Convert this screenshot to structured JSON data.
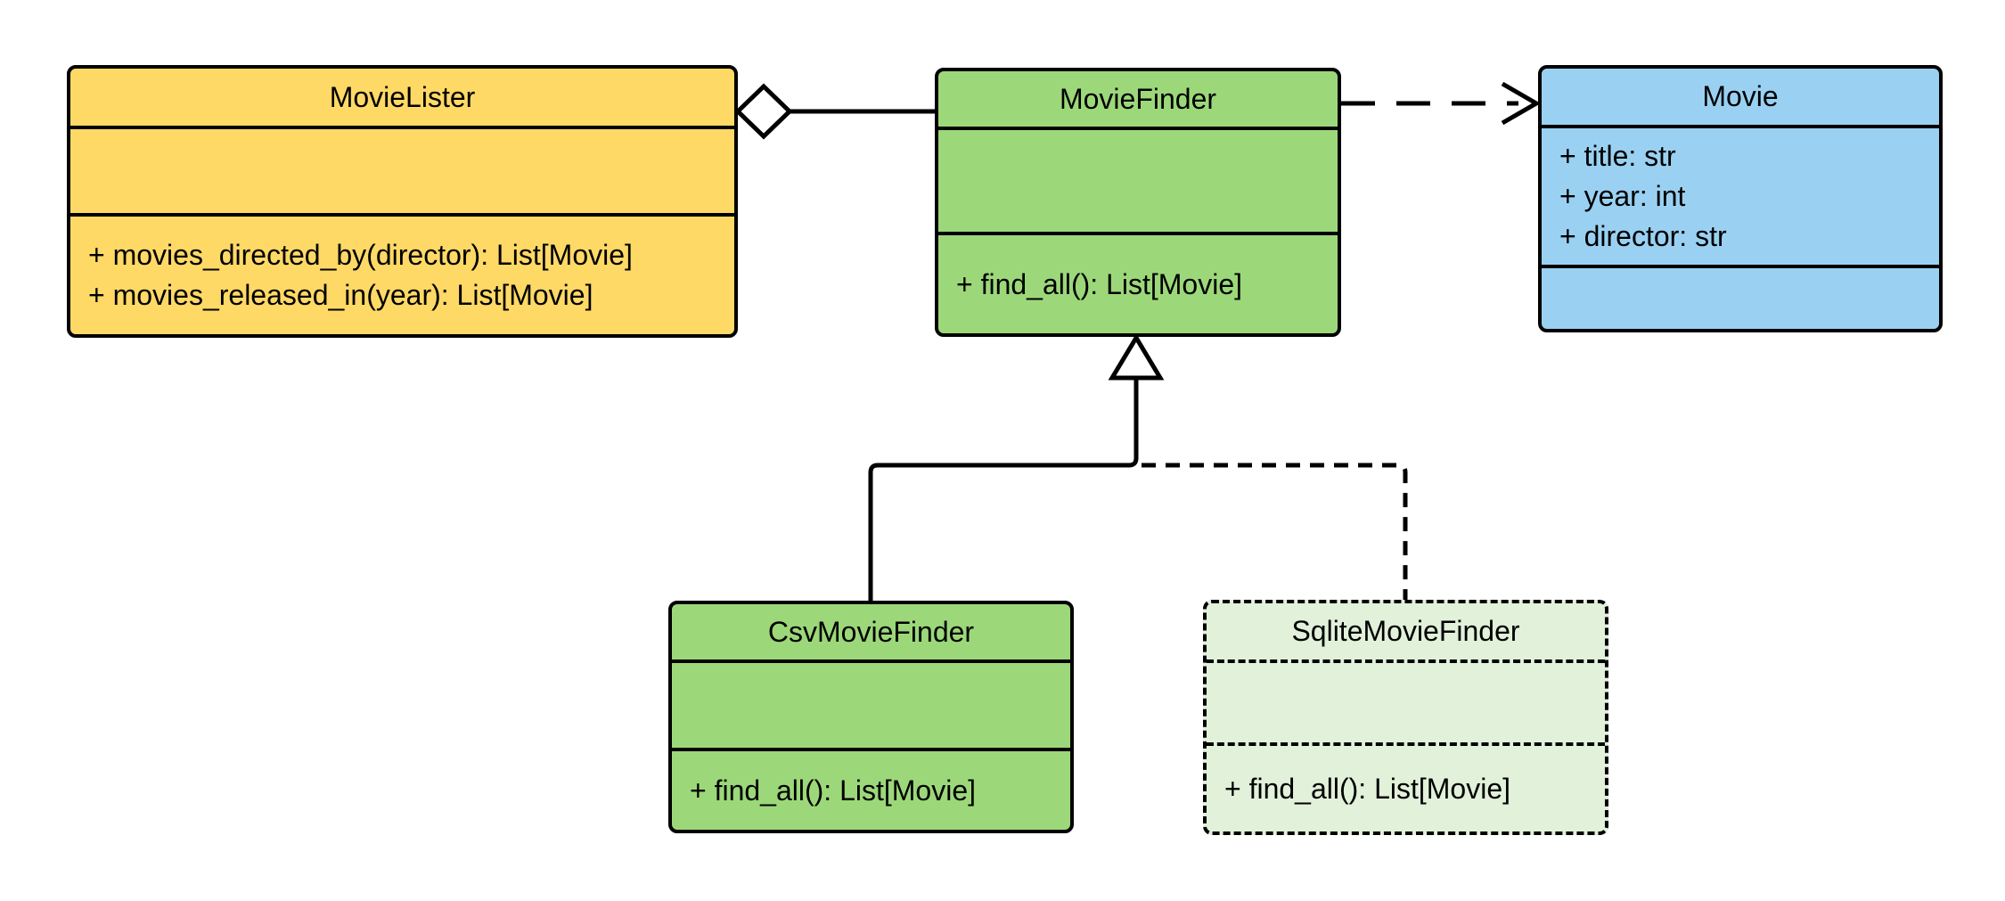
{
  "diagram": {
    "type": "uml-class-diagram",
    "background_color": "#FFFFFF",
    "line_color": "#000000",
    "classes": [
      {
        "name": "MovieLister",
        "fill_color": "#FFD966",
        "border_style": "solid",
        "attributes": [],
        "methods": [
          "+ movies_directed_by(director): List[Movie]",
          "+ movies_released_in(year): List[Movie]"
        ]
      },
      {
        "name": "MovieFinder",
        "fill_color": "#9CD87A",
        "border_style": "solid",
        "attributes": [],
        "methods": [
          "+ find_all(): List[Movie]"
        ]
      },
      {
        "name": "Movie",
        "fill_color": "#9AD1F2",
        "border_style": "solid",
        "attributes": [
          "+ title: str",
          "+ year: int",
          "+ director: str"
        ],
        "methods": []
      },
      {
        "name": "CsvMovieFinder",
        "fill_color": "#9CD87A",
        "border_style": "solid",
        "attributes": [],
        "methods": [
          "+ find_all(): List[Movie]"
        ]
      },
      {
        "name": "SqliteMovieFinder",
        "fill_color": "#E1F1DA",
        "border_style": "dashed",
        "attributes": [],
        "methods": [
          "+ find_all(): List[Movie]"
        ]
      }
    ],
    "relationships": [
      {
        "type": "aggregation",
        "owner": "MovieLister",
        "part": "MovieFinder",
        "line_style": "solid",
        "marker": "hollow-diamond"
      },
      {
        "type": "dependency",
        "from": "MovieFinder",
        "to": "Movie",
        "line_style": "dashed",
        "marker": "open-arrow"
      },
      {
        "type": "generalization",
        "child": "CsvMovieFinder",
        "parent": "MovieFinder",
        "line_style": "solid",
        "marker": "hollow-triangle"
      },
      {
        "type": "generalization",
        "child": "SqliteMovieFinder",
        "parent": "MovieFinder",
        "line_style": "dashed",
        "marker": "hollow-triangle"
      }
    ]
  }
}
